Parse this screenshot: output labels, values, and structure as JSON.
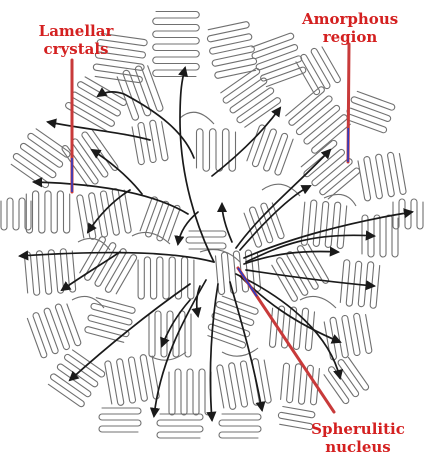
{
  "labels": {
    "lamellar_line1": "Lamellar",
    "lamellar_line2": "crystals",
    "amorphous_line1": "Amorphous",
    "amorphous_line2": "region",
    "nucleus_line1": "Spherulitic",
    "nucleus_line2": "nucleus"
  },
  "colors": {
    "label_text": "#d42020",
    "pointer_red": "#c83a3a",
    "pointer_blue": "#2a3cc8",
    "chain": "#707070",
    "branch": "#1a1a1a",
    "background": "#ffffff"
  }
}
